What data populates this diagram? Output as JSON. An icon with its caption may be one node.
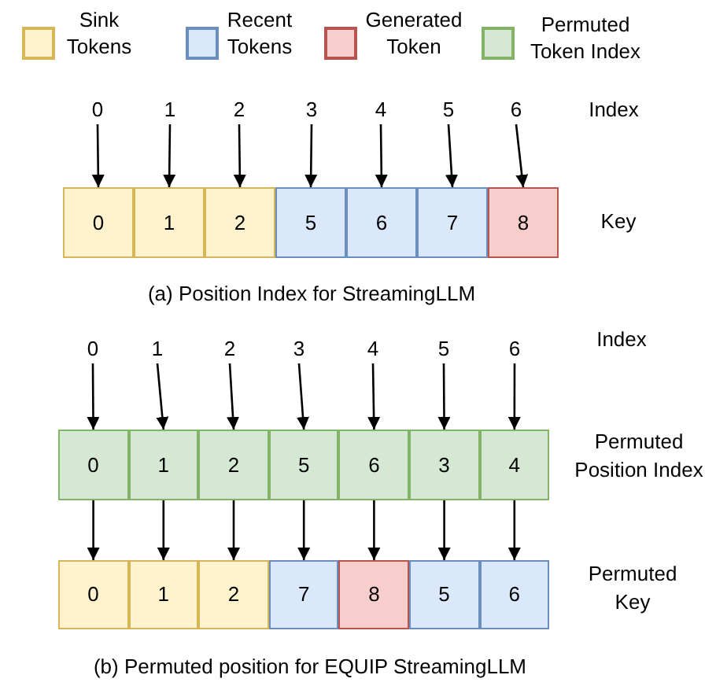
{
  "diagram": {
    "nodes": [
      {
        "text": [
          "0"
        ]
      },
      {
        "text": [
          "1"
        ]
      },
      {
        "text": [
          "2"
        ]
      },
      {
        "text": [
          "3"
        ]
      },
      {
        "text": [
          "4"
        ]
      },
      {
        "text": [
          "5"
        ]
      },
      {
        "text": [
          "6"
        ]
      },
      {
        "text": [
          "0"
        ]
      },
      {
        "text": [
          "1"
        ]
      },
      {
        "text": [
          "2"
        ]
      },
      {
        "text": [
          "5"
        ]
      },
      {
        "text": [
          "6"
        ]
      },
      {
        "text": [
          "7"
        ]
      },
      {
        "text": [
          "8"
        ]
      },
      {
        "text": [
          "0"
        ]
      },
      {
        "text": [
          "1"
        ]
      },
      {
        "text": [
          "2"
        ]
      },
      {
        "text": [
          "3"
        ]
      },
      {
        "text": [
          "4"
        ]
      },
      {
        "text": [
          "5"
        ]
      },
      {
        "text": [
          "6"
        ]
      },
      {
        "text": [
          "0"
        ]
      },
      {
        "text": [
          "1"
        ]
      },
      {
        "text": [
          "2"
        ]
      },
      {
        "text": [
          "5"
        ]
      },
      {
        "text": [
          "6"
        ]
      },
      {
        "text": [
          "3"
        ]
      },
      {
        "text": [
          "4"
        ]
      },
      {
        "text": [
          "0"
        ]
      },
      {
        "text": [
          "1"
        ]
      },
      {
        "text": [
          "2"
        ]
      },
      {
        "text": [
          "7"
        ]
      },
      {
        "text": [
          "8"
        ]
      },
      {
        "text": [
          "5"
        ]
      },
      {
        "text": [
          "6"
        ]
      }
    ],
    "edges": [
      {
        "from": 0,
        "to": 7,
        "arrow": "to"
      },
      {
        "from": 1,
        "to": 8,
        "arrow": "to"
      },
      {
        "from": 2,
        "to": 9,
        "arrow": "to"
      },
      {
        "from": 3,
        "to": 10,
        "arrow": "to"
      },
      {
        "from": 4,
        "to": 11,
        "arrow": "to"
      },
      {
        "from": 5,
        "to": 12,
        "arrow": "to"
      },
      {
        "from": 6,
        "to": 13,
        "arrow": "to"
      },
      {
        "from": 14,
        "to": 21,
        "arrow": "to"
      },
      {
        "from": 15,
        "to": 22,
        "arrow": "to"
      },
      {
        "from": 16,
        "to": 23,
        "arrow": "to"
      },
      {
        "from": 17,
        "to": 24,
        "arrow": "to"
      },
      {
        "from": 18,
        "to": 25,
        "arrow": "to"
      },
      {
        "from": 19,
        "to": 26,
        "arrow": "to"
      },
      {
        "from": 20,
        "to": 27,
        "arrow": "to"
      },
      {
        "from": 21,
        "to": 28,
        "arrow": "to"
      },
      {
        "from": 22,
        "to": 29,
        "arrow": "to"
      },
      {
        "from": 23,
        "to": 30,
        "arrow": "to"
      },
      {
        "from": 24,
        "to": 31,
        "arrow": "to"
      },
      {
        "from": 25,
        "to": 32,
        "arrow": "to"
      },
      {
        "from": 26,
        "to": 33,
        "arrow": "to"
      },
      {
        "from": 27,
        "to": 34,
        "arrow": "to"
      }
    ],
    "labels": [
      "Index",
      "Key",
      "(a) Position Index for StreamingLLM",
      "Index",
      "Permuted Position Index",
      "Permuted Key",
      "(b) Permuted position for EQUIP StreamingLLM"
    ],
    "legend": [
      {
        "text": "Sink Tokens",
        "color": "#fff2cc"
      },
      {
        "text": "Recent Tokens",
        "color": "#dae8fc"
      },
      {
        "text": "Generated Token",
        "color": "#f8cecc"
      },
      {
        "text": "Permuted Token Index",
        "color": "#d5e8d4"
      }
    ]
  }
}
